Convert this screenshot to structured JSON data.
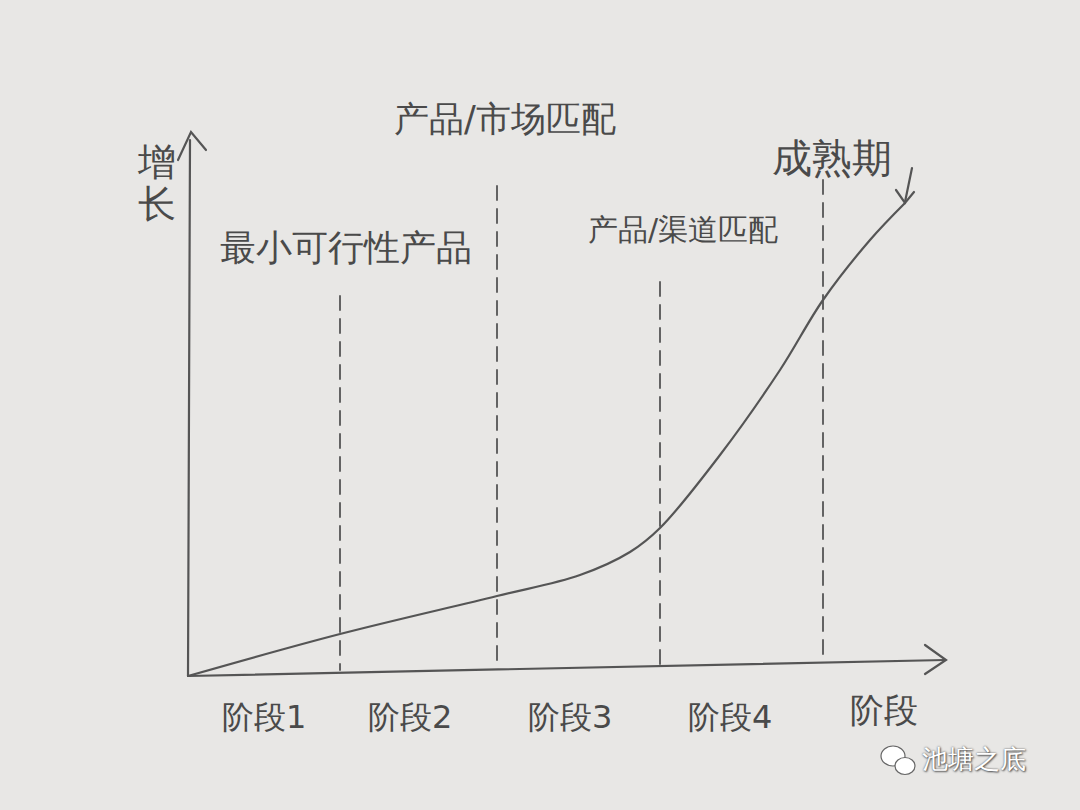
{
  "diagram": {
    "labels": [
      "增长",
      "最小可行性产品",
      "产品/市场匹配",
      "产品/渠道匹配",
      "成熟期",
      "阶段1",
      "阶段2",
      "阶段3",
      "阶段4",
      "阶段",
      "池塘之底"
    ]
  }
}
